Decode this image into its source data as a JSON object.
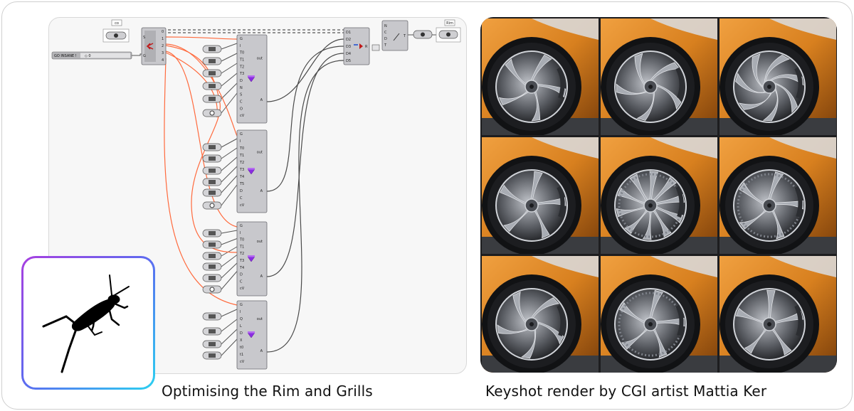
{
  "grasshopper_canvas": {
    "slider": {
      "name": "GO INSANE !",
      "value": "0"
    },
    "panel_labels": [
      "co",
      "Rim"
    ],
    "sampler": {
      "outputs": [
        "0",
        "1",
        "2",
        "3",
        "4"
      ],
      "inputs": [
        "S",
        "G"
      ]
    },
    "gene_pools": [
      {
        "inputs": [
          "G",
          "I",
          "T0",
          "T1",
          "T2",
          "T3",
          "D",
          "N",
          "S",
          "C",
          "O",
          "cV"
        ],
        "outputs": [
          "out",
          "A"
        ]
      },
      {
        "inputs": [
          "G",
          "I",
          "T0",
          "T1",
          "T2",
          "T3",
          "T4",
          "T5",
          "D",
          "C",
          "cV"
        ],
        "outputs": [
          "out",
          "A"
        ]
      },
      {
        "inputs": [
          "G",
          "I",
          "T0",
          "T1",
          "T2",
          "T3",
          "T4",
          "D",
          "C",
          "cV"
        ],
        "outputs": [
          "out",
          "A"
        ]
      },
      {
        "inputs": [
          "G",
          "I",
          "Q",
          "L",
          "D",
          "X",
          "t0",
          "t1",
          "cV"
        ],
        "outputs": [
          "out",
          "A"
        ]
      }
    ],
    "merge": {
      "inputs": [
        "D1",
        "D2",
        "D3",
        "D4",
        "D5"
      ],
      "output": "R"
    },
    "transform": {
      "inputs": [
        "N",
        "C",
        "D",
        "T"
      ],
      "output": "T"
    }
  },
  "colors": {
    "accent_purple": "#8a2be2",
    "wire_orange": "#ff6a3d",
    "wire_dark": "#4a4a4a",
    "car_orange": "#d8801f",
    "logo_gradient_start": "#a83fe0",
    "logo_gradient_end": "#2bd1f0"
  },
  "logo": {
    "icon": "grasshopper-icon"
  },
  "captions": {
    "left": "Optimising the Rim and Grills",
    "right": "Keyshot render by CGI artist Mattia Ker"
  },
  "renders": {
    "tiles": [
      {
        "style": "curved-5-spoke"
      },
      {
        "style": "twisted-5-spoke"
      },
      {
        "style": "turbine-dish"
      },
      {
        "style": "split-5-spoke"
      },
      {
        "style": "multi-spoke-mesh"
      },
      {
        "style": "star-mesh"
      },
      {
        "style": "twisted-star"
      },
      {
        "style": "split-5-spoke-rimmed"
      },
      {
        "style": "flat-5-spoke"
      }
    ]
  }
}
